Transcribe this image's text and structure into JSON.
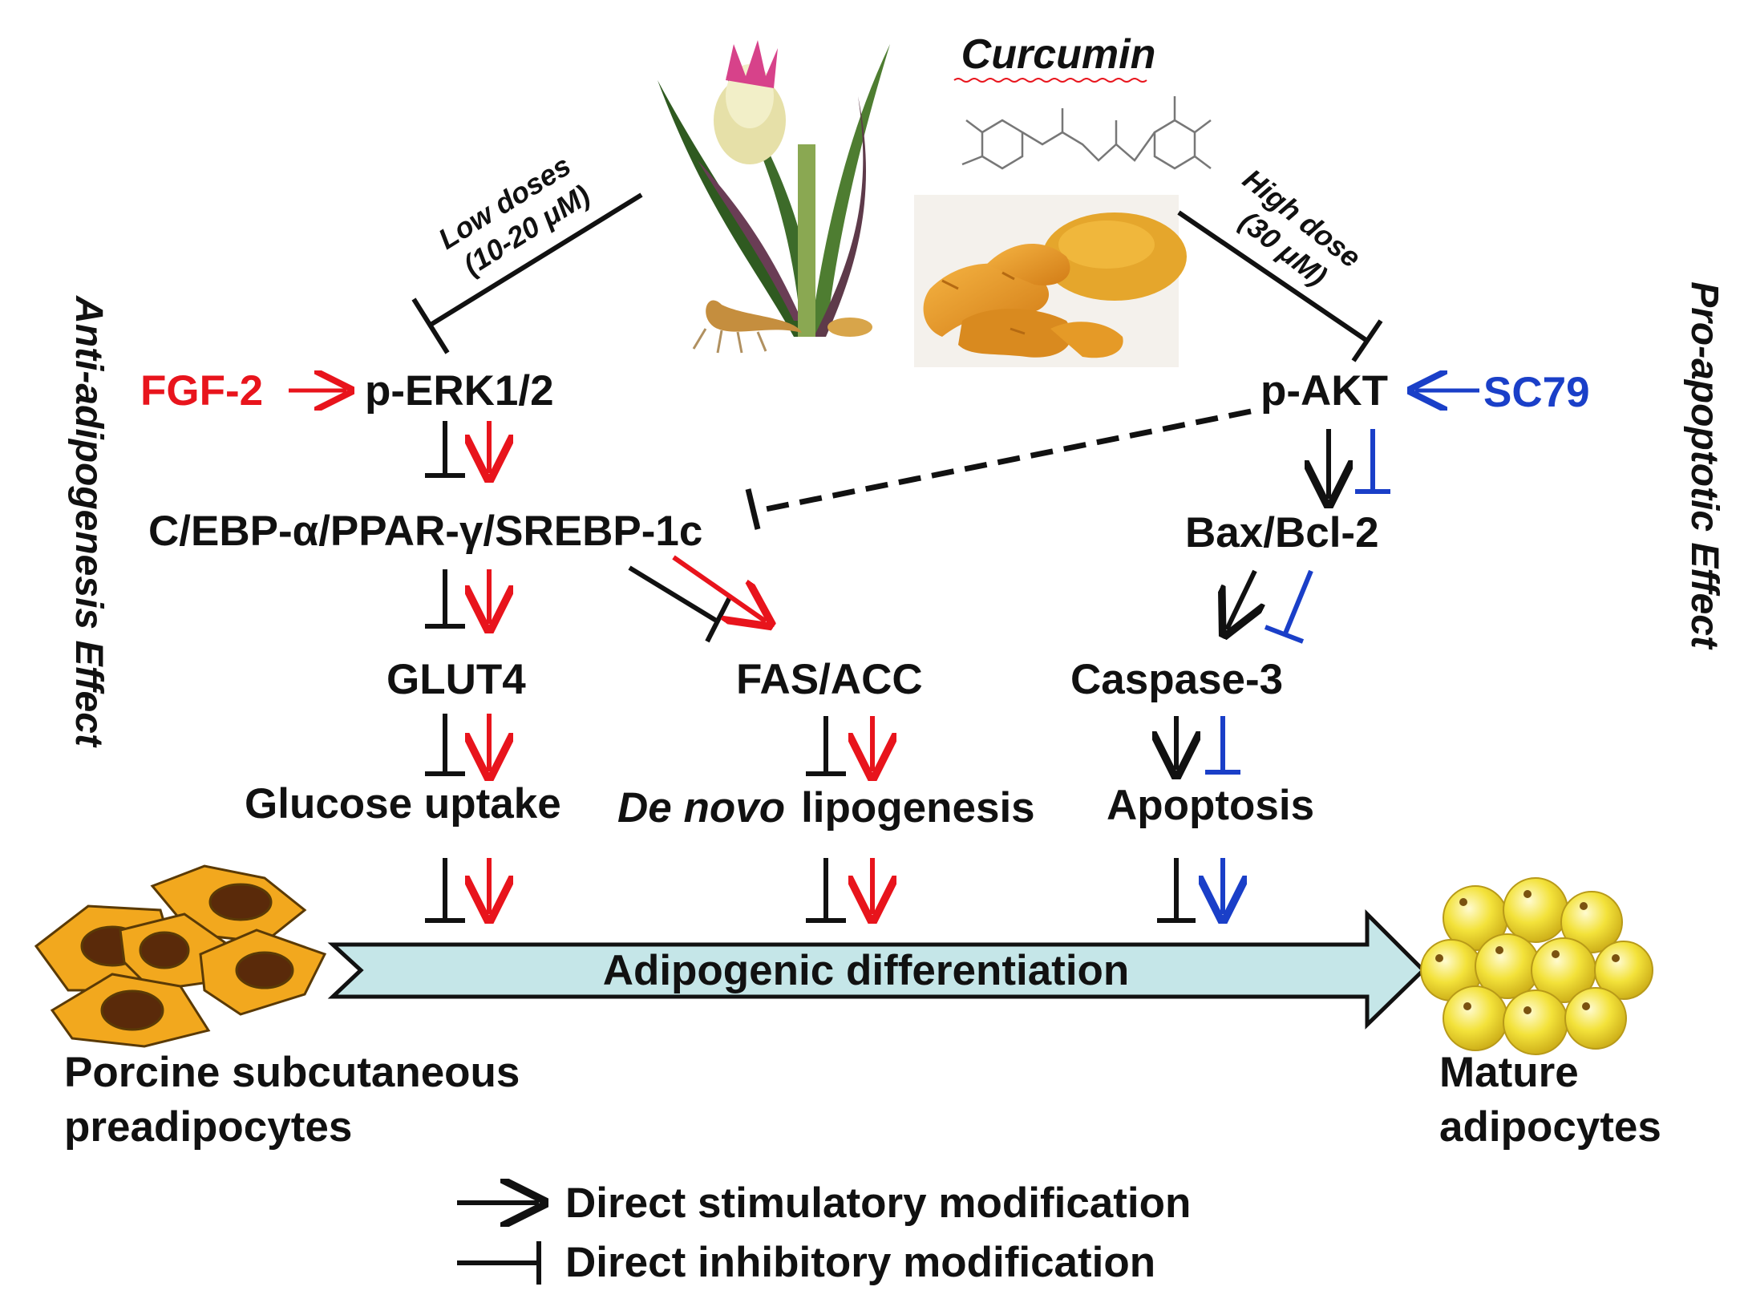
{
  "title": "Curcumin",
  "doses": {
    "low": [
      "Low doses",
      "(10-20 μM)"
    ],
    "high": [
      "High dose",
      "(30 μM)"
    ]
  },
  "side_labels": {
    "left": "Anti-adipogenesis Effect",
    "right": "Pro-apoptotic Effect"
  },
  "nodes": {
    "fgf2": "FGF-2",
    "perk": "p-ERK1/2",
    "pakt": "p-AKT",
    "sc79": "SC79",
    "cebp": "C/EBP-α/PPAR-γ/SREBP-1c",
    "baxbcl": "Bax/Bcl-2",
    "glut4": "GLUT4",
    "fasacc": "FAS/ACC",
    "caspase": "Caspase-3",
    "glucose": "Glucose uptake",
    "denovo_italic": "De novo",
    "denovo_rest": "lipogenesis",
    "apoptosis": "Apoptosis"
  },
  "differentiation": "Adipogenic  differentiation",
  "cells": {
    "left": [
      "Porcine  subcutaneous",
      "preadipocytes"
    ],
    "right": [
      "Mature",
      "adipocytes"
    ]
  },
  "legend": {
    "stimulatory": "Direct  stimulatory  modification",
    "inhibitory": "Direct  inhibitory  modification"
  },
  "colors": {
    "black": "#111111",
    "red": "#e8141c",
    "blue": "#1a3fc8",
    "arrow_fill": "#c5e6e8",
    "cell_orange": "#f2a81e",
    "cell_nucleus": "#5a2a0a",
    "adipocyte": "#f3e23a",
    "turmeric": "#e39a2a"
  },
  "icons": [
    "turmeric-plant-icon",
    "curcumin-structure-icon",
    "turmeric-root-powder-icon",
    "preadipocyte-cells-icon",
    "mature-adipocytes-icon"
  ]
}
